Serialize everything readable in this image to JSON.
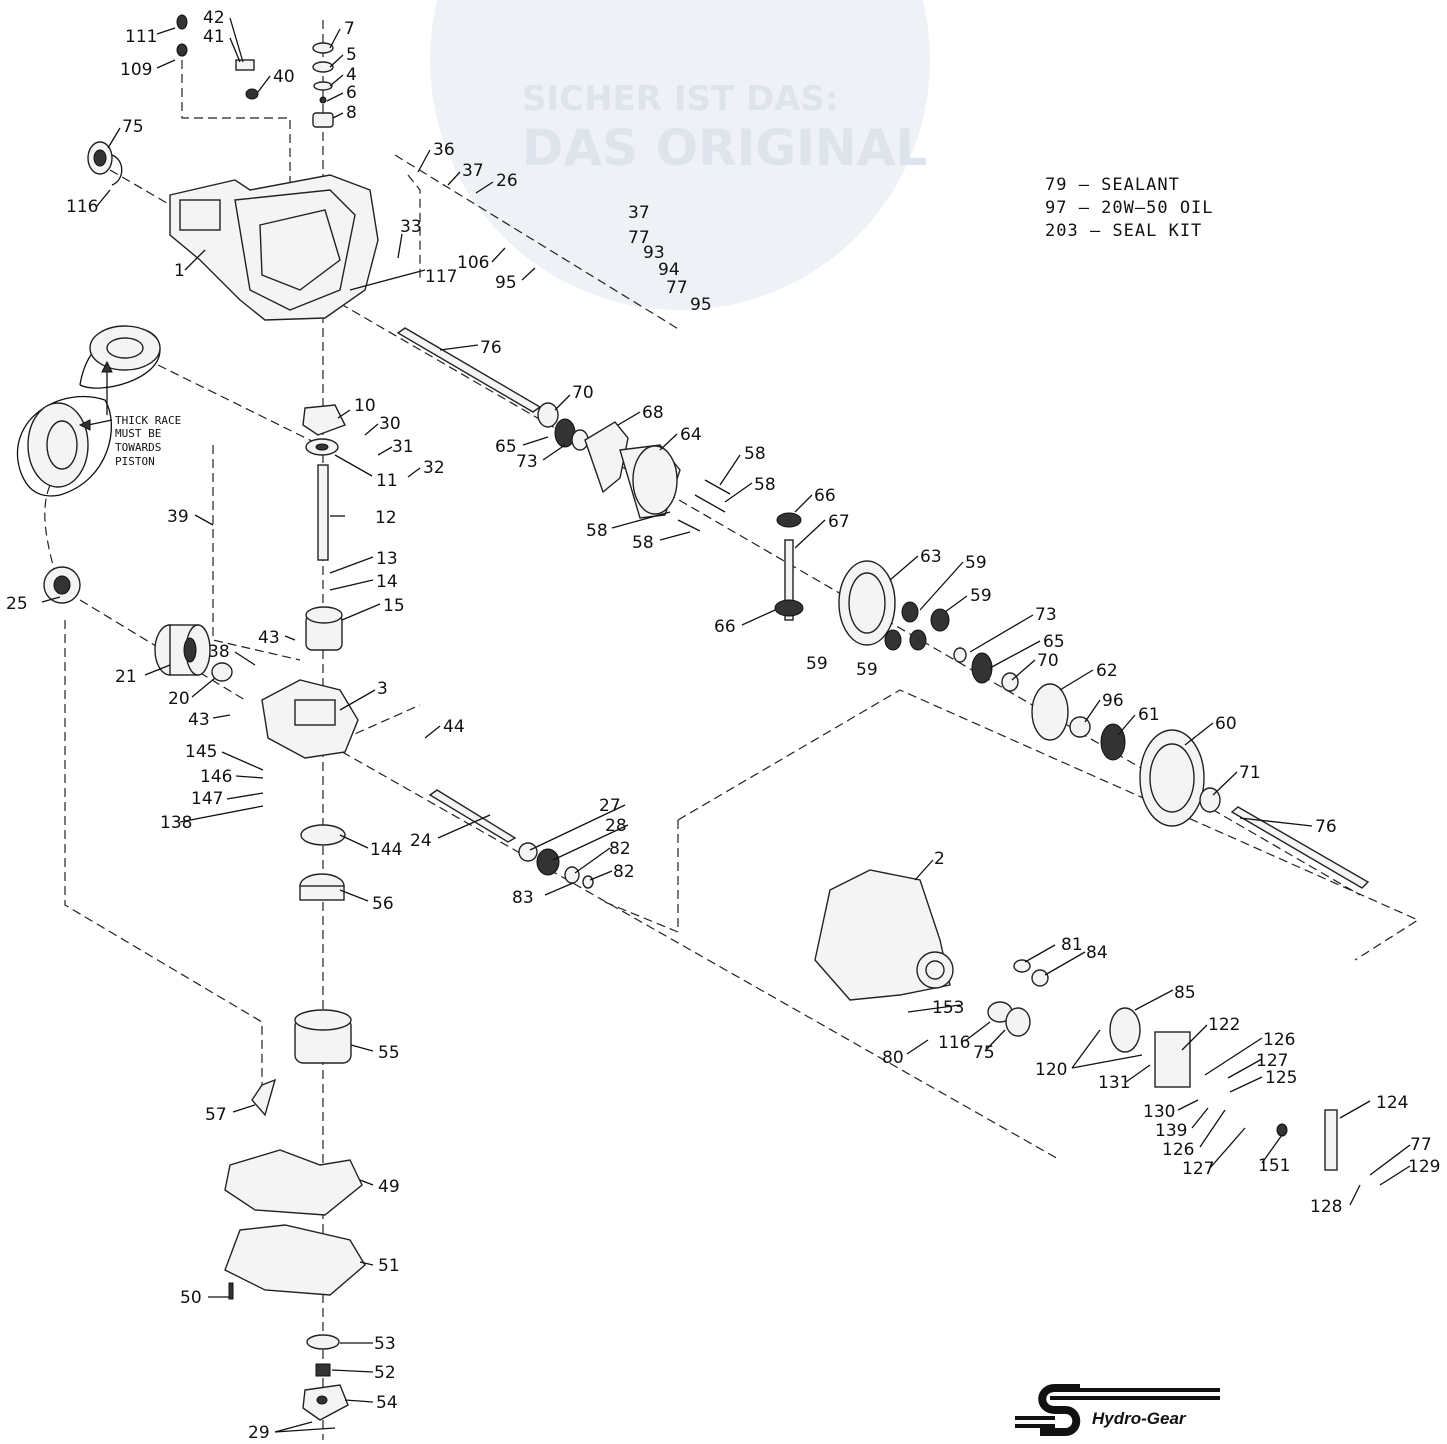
{
  "watermark": {
    "line1": "SICHER IST DAS:",
    "line2": "DAS ORIGINAL",
    "colors": {
      "circle": "#eef1f5",
      "text": "#dde4ec"
    }
  },
  "notes": [
    "79 — SEALANT",
    "97 — 20W—50 OIL",
    "203 — SEAL KIT"
  ],
  "race_note": [
    "THICK RACE",
    "MUST BE",
    "TOWARDS",
    "PISTON"
  ],
  "brand": {
    "name": "Hydro-Gear"
  },
  "callouts": [
    "111",
    "109",
    "42",
    "41",
    "40",
    "7",
    "5",
    "4",
    "6",
    "8",
    "75",
    "116",
    "1",
    "36",
    "37",
    "26",
    "33",
    "117",
    "106",
    "95",
    "37",
    "77",
    "93",
    "94",
    "77",
    "95",
    "76",
    "70",
    "68",
    "64",
    "65",
    "73",
    "10",
    "30",
    "31",
    "32",
    "11",
    "12",
    "13",
    "14",
    "15",
    "39",
    "58",
    "58",
    "58",
    "58",
    "66",
    "67",
    "66",
    "63",
    "59",
    "59",
    "59",
    "59",
    "73",
    "65",
    "70",
    "62",
    "96",
    "61",
    "60",
    "71",
    "76",
    "25",
    "43",
    "38",
    "21",
    "20",
    "3",
    "43",
    "44",
    "145",
    "146",
    "147",
    "138",
    "24",
    "27",
    "28",
    "82",
    "82",
    "83",
    "144",
    "56",
    "2",
    "81",
    "84",
    "85",
    "153",
    "116",
    "75",
    "80",
    "122",
    "126",
    "127",
    "125",
    "120",
    "131",
    "130",
    "139",
    "126",
    "127",
    "151",
    "124",
    "77",
    "129",
    "128",
    "55",
    "57",
    "49",
    "51",
    "50",
    "53",
    "52",
    "54",
    "29"
  ]
}
